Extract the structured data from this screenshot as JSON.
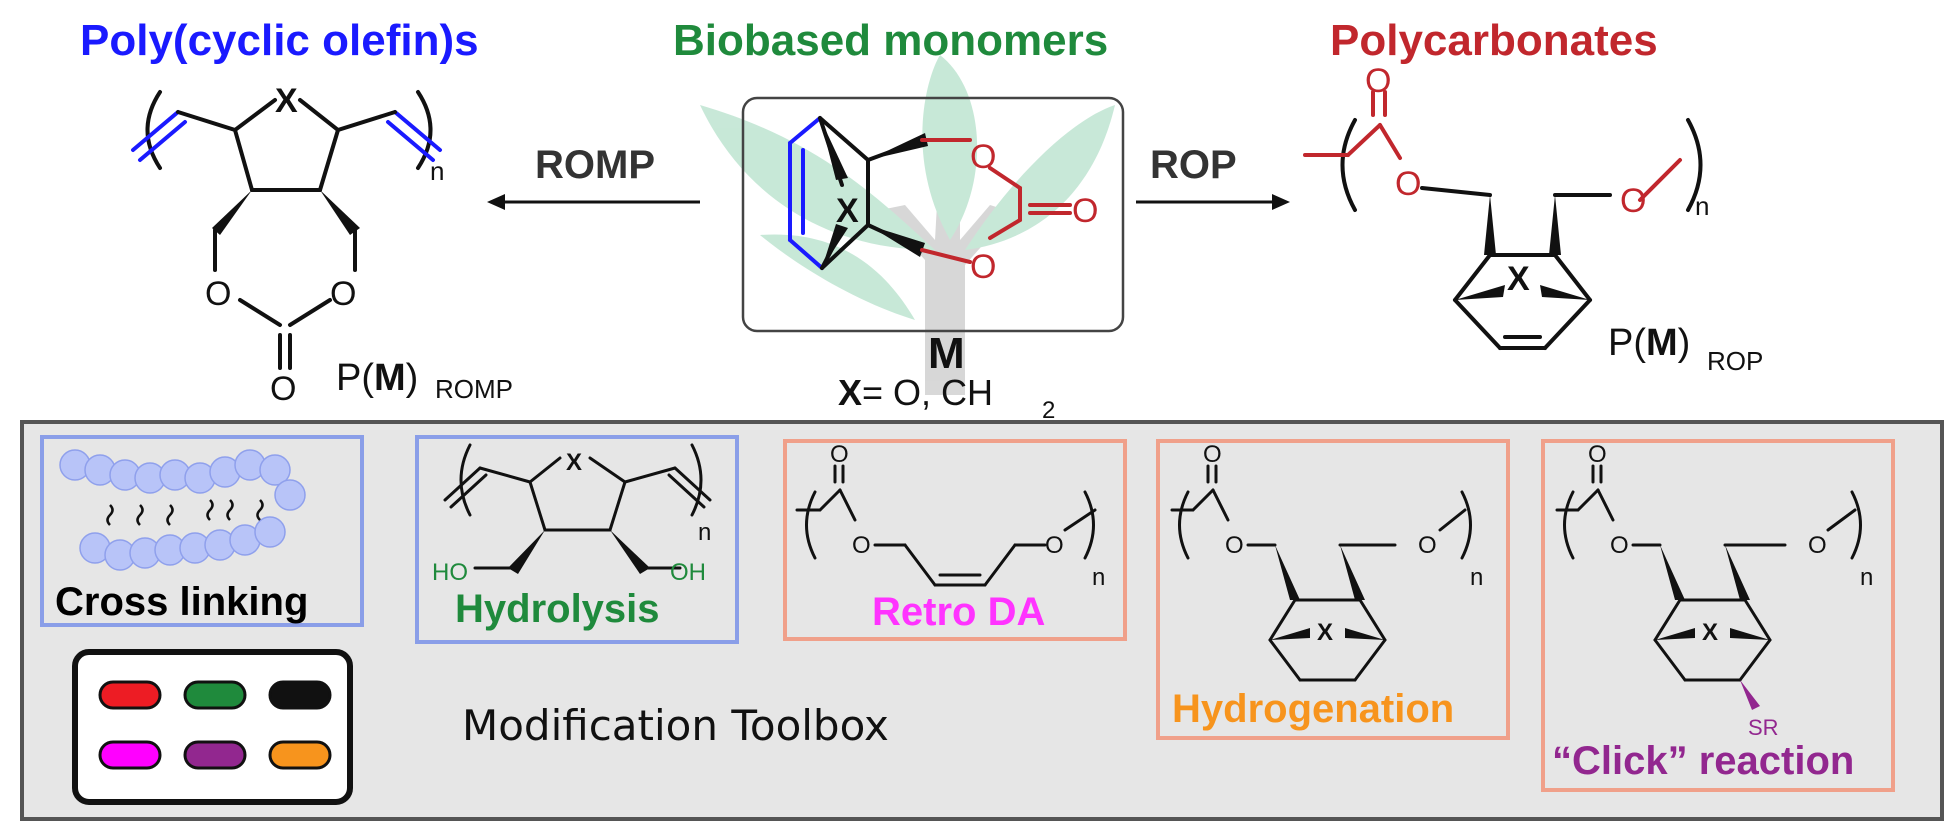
{
  "titles": {
    "left": "Poly(cyclic olefin)s",
    "center": "Biobased monomers",
    "right": "Polycarbonates"
  },
  "arrows": {
    "left": "ROMP",
    "right": "ROP"
  },
  "monomer": {
    "name": "M",
    "x_label": "X",
    "x_definition_prefix": "X",
    "x_definition_values": " = O, CH",
    "x_definition_subscript": "2"
  },
  "polymers": {
    "romp": {
      "prefix": "P(",
      "bold": "M",
      "suffix": ")",
      "subscript": "ROMP",
      "n": "n"
    },
    "rop": {
      "prefix": "P(",
      "bold": "M",
      "suffix": ")",
      "subscript": "ROP",
      "n": "n"
    }
  },
  "atoms": {
    "O": "O",
    "X": "X",
    "HO": "HO",
    "OH": "OH",
    "SR": "SR",
    "n": "n"
  },
  "toolbox": {
    "title": "Modification Toolbox",
    "items": [
      {
        "label": "Cross linking",
        "color": "#000000"
      },
      {
        "label": "Hydrolysis",
        "color": "#1f8a3c"
      },
      {
        "label": "Retro DA",
        "color": "#ff33ff"
      },
      {
        "label": "Hydrogenation",
        "color": "#f7941d"
      },
      {
        "label": "“Click” reaction",
        "color": "#92278f"
      }
    ],
    "pills": [
      "#ed1c24",
      "#1f8a3c",
      "#111111",
      "#ff00ff",
      "#92278f",
      "#f7941d"
    ]
  },
  "colors": {
    "blue": "#1a1aff",
    "green": "#1f8a3c",
    "red": "#c1272d",
    "frame_blue": "#8a9ee8",
    "frame_salmon": "#f0a08a",
    "panel": "#e6e6e6"
  }
}
